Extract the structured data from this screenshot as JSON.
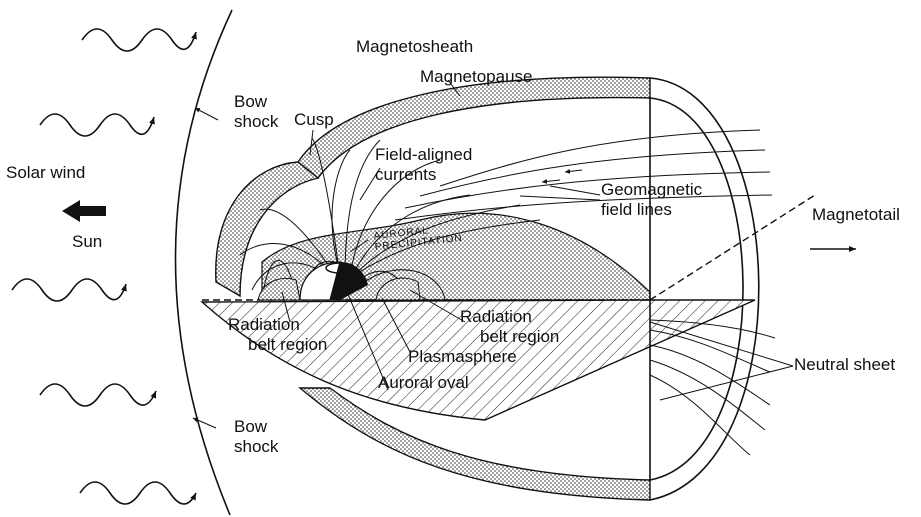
{
  "labels": {
    "magnetosheath": "Magnetosheath",
    "magnetopause": "Magnetopause",
    "bow_shock_top": "Bow\nshock",
    "bow_shock_bottom": "Bow\nshock",
    "cusp": "Cusp",
    "field_aligned_currents": "Field-aligned\ncurrents",
    "geomagnetic_field_lines": "Geomagnetic\nfield lines",
    "magnetotail": "Magnetotail",
    "solar_wind": "Solar wind",
    "sun": "Sun",
    "auroral_precipitation": "AURORAL\nPRECIPITATION",
    "radiation_belt_left": "Radiation\nbelt region",
    "radiation_belt_right": "Radiation\nbelt region",
    "plasmasphere": "Plasmasphere",
    "auroral_oval": "Auroral oval",
    "neutral_sheet": "Neutral sheet"
  }
}
